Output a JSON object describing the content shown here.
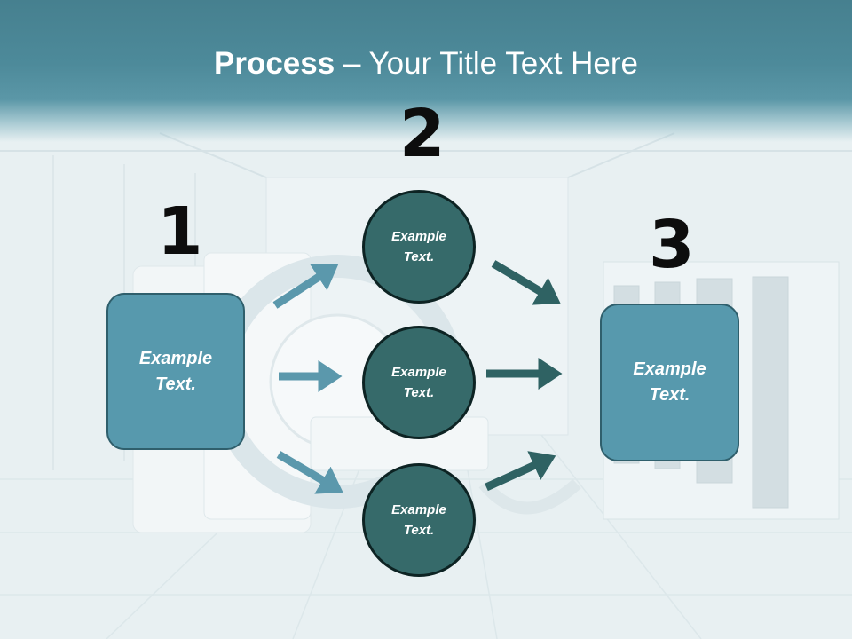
{
  "slide": {
    "title_bold": "Process",
    "title_rest": " – Your Title Text Here"
  },
  "steps": {
    "step1_number": "1",
    "step2_number": "2",
    "step3_number": "3"
  },
  "boxes": {
    "left_label": "Example\nText.",
    "right_label": "Example\nText."
  },
  "circles": {
    "top_label": "Example\nText.",
    "middle_label": "Example\nText.",
    "bottom_label": "Example\nText."
  },
  "colors": {
    "title_band": "#4d8a9a",
    "box_fill": "#5799ad",
    "circle_fill": "#366a6a",
    "arrow_light": "#5b98ac",
    "arrow_dark": "#2f6263"
  }
}
